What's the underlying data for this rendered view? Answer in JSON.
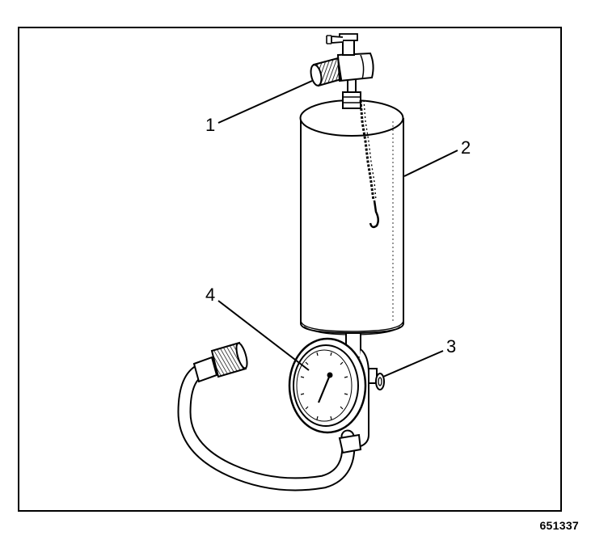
{
  "callouts": {
    "c1": "1",
    "c2": "2",
    "c3": "3",
    "c4": "4"
  },
  "figure_id": "651337"
}
